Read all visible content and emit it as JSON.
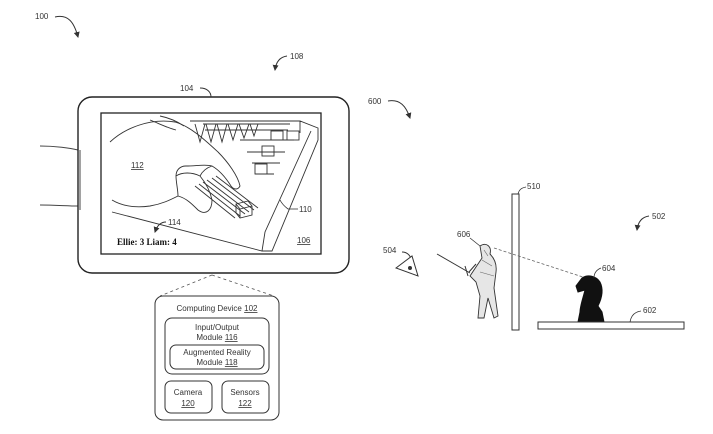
{
  "refs": {
    "r100": "100",
    "r108": "108",
    "r104": "104",
    "r600": "600",
    "r112": "112",
    "r110": "110",
    "r114": "114",
    "r106": "106",
    "r510": "510",
    "r502": "502",
    "r504": "504",
    "r606": "606",
    "r604": "604",
    "r602": "602"
  },
  "screen": {
    "score_text": "Ellie: 3   Liam: 4"
  },
  "computing_device": {
    "title": "Computing Device",
    "title_num": "102",
    "io_line1": "Input/Output",
    "io_line2": "Module",
    "io_num": "116",
    "ar_line1": "Augmented Reality",
    "ar_line2": "Module",
    "ar_num": "118",
    "camera_label": "Camera",
    "camera_num": "120",
    "sensors_label": "Sensors",
    "sensors_num": "122"
  }
}
